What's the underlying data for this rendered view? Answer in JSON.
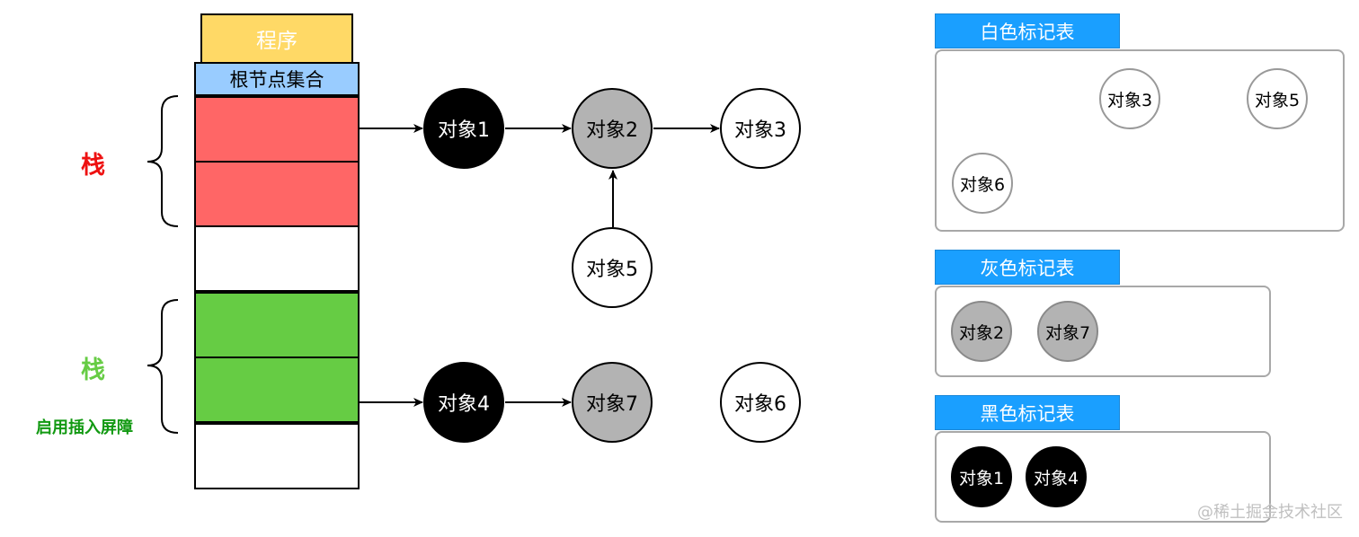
{
  "program_label": "程序",
  "root_label": "根节点集合",
  "stack_label_top": "栈",
  "stack_label_bottom": "栈",
  "barrier_label": "启用插入屏障",
  "nodes": {
    "obj1": "对象1",
    "obj2": "对象2",
    "obj3": "对象3",
    "obj5": "对象5",
    "obj4": "对象4",
    "obj7": "对象7",
    "obj6": "对象6"
  },
  "white_table": {
    "title": "白色标记表",
    "items": [
      "对象3",
      "对象5",
      "对象6"
    ]
  },
  "gray_table": {
    "title": "灰色标记表",
    "items": [
      "对象2",
      "对象7"
    ]
  },
  "black_table": {
    "title": "黑色标记表",
    "items": [
      "对象1",
      "对象4"
    ]
  },
  "watermark": "@稀土掘金技术社区",
  "colors": {
    "program": "#ffd966",
    "root": "#99ccff",
    "stack_red": "#ff6666",
    "stack_green": "#66cc44",
    "label_red": "#ee1111",
    "label_green": "#66cc44",
    "barrier_text": "#119911",
    "table_header": "#1a9fff",
    "gray_node": "#b3b3b3"
  }
}
